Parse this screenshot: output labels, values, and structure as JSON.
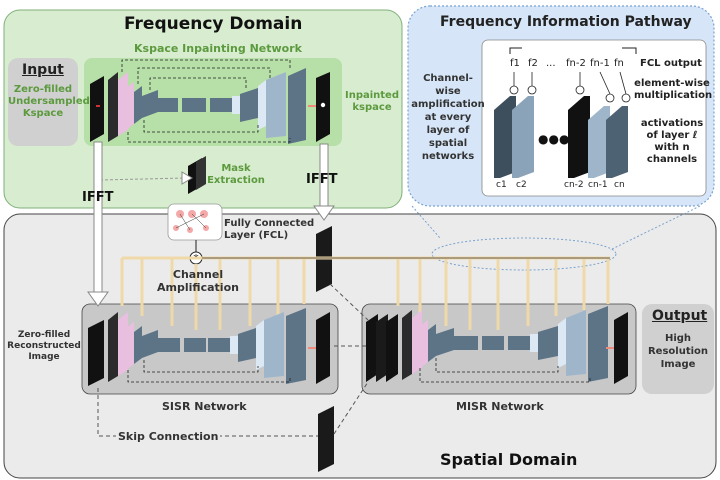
{
  "frequency_domain": {
    "title": "Frequency Domain",
    "network_label": "Kspace Inpainting Network",
    "input_title": "Input",
    "input_desc": [
      "Zero-filled",
      "Undersampled",
      "Kspace"
    ],
    "inpainted_label": [
      "Inpainted",
      "kspace"
    ],
    "mask_label": [
      "Mask",
      "Extraction"
    ],
    "ifft_left": "IFFT",
    "ifft_right": "IFFT"
  },
  "pathway": {
    "title": "Frequency Information Pathway",
    "left_desc": [
      "Channel-",
      "wise",
      "amplification",
      "at every",
      "layer of",
      "spatial",
      "networks"
    ],
    "f_labels": [
      "f1",
      "f2",
      "...",
      "fn-2",
      "fn-1",
      "fn"
    ],
    "c_labels": [
      "c1",
      "c2",
      "cn-2",
      "cn-1",
      "cn"
    ],
    "dots": "●●●",
    "right_desc_1": "FCL output",
    "right_desc_2": [
      "element-wise",
      "multiplication"
    ],
    "right_desc_3": [
      "activations",
      "of layer ℓ",
      "with n",
      "channels"
    ]
  },
  "fcl_label": [
    "Fully Connected",
    "Layer (FCL)"
  ],
  "channel_amp_label": [
    "Channel",
    "Amplification"
  ],
  "spatial_domain": {
    "title": "Spatial Domain",
    "zero_filled_label": [
      "Zero-filled",
      "Reconstructed",
      "Image"
    ],
    "sisr_label": "SISR Network",
    "misr_label": "MISR Network",
    "skip_label": "Skip Connection",
    "output_title": "Output",
    "output_desc": [
      "High",
      "Resolution",
      "Image"
    ]
  },
  "colors": {
    "freq_bg": "#d8ecd0",
    "freq_border": "#7fb07a",
    "freq_text": "#5c9a3e",
    "spatial_bg": "#ebebeb",
    "pathway_bg": "#d6e6f8",
    "pathway_border": "#7aa2cf",
    "amp_line": "#f0d9a8",
    "block_pink": "#e9bfe0",
    "block_blue": "#9fb6ca",
    "block_dark": "#5d7386",
    "block_light": "#dce8f4"
  }
}
